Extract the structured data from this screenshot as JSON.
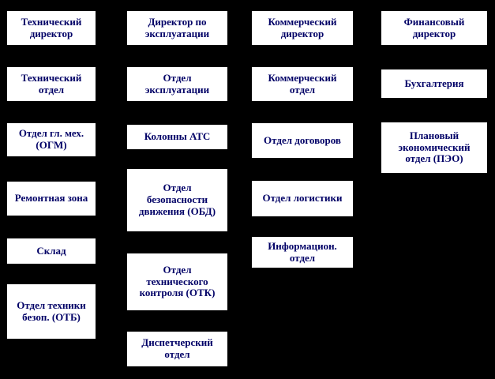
{
  "colors": {
    "background": "#000000",
    "box_fill": "#ffffff",
    "box_border": "#000000",
    "text": "#000066"
  },
  "org_chart": {
    "columns": [
      {
        "id": "technical",
        "boxes": [
          {
            "label": "Технический директор"
          },
          {
            "label": "Технический отдел"
          },
          {
            "label": "Отдел гл. мех. (ОГМ)"
          },
          {
            "label": "Ремонтная зона"
          },
          {
            "label": "Склад"
          },
          {
            "label": "Отдел техники безоп. (ОТБ)"
          }
        ]
      },
      {
        "id": "operations",
        "boxes": [
          {
            "label": "Директор по эксплуатации"
          },
          {
            "label": "Отдел эксплуатации"
          },
          {
            "label": "Колонны АТС"
          },
          {
            "label": "Отдел безопасности движения (ОБД)"
          },
          {
            "label": "Отдел технического контроля (ОТК)"
          },
          {
            "label": "Диспетчерский отдел"
          }
        ]
      },
      {
        "id": "commercial",
        "boxes": [
          {
            "label": "Коммерческий директор"
          },
          {
            "label": "Коммерческий отдел"
          },
          {
            "label": "Отдел договоров"
          },
          {
            "label": "Отдел логистики"
          },
          {
            "label": "Информацион. отдел"
          }
        ]
      },
      {
        "id": "financial",
        "boxes": [
          {
            "label": "Финансовый директор"
          },
          {
            "label": "Бухгалтерия"
          },
          {
            "label": "Плановый экономический отдел (ПЭО)"
          }
        ]
      }
    ]
  }
}
